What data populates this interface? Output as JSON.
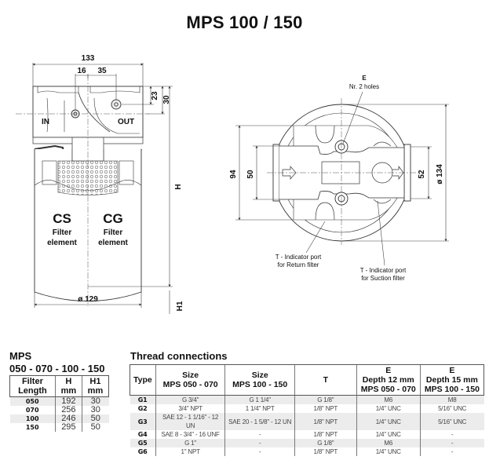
{
  "title": "MPS 100 / 150",
  "side_view": {
    "dims": {
      "width_total": "133",
      "offset_left": "16",
      "offset_right": "35",
      "height_a": "23",
      "height_b": "30",
      "height_h": "H",
      "height_h1": "H1",
      "diameter": "ø 129"
    },
    "labels": {
      "in": "IN",
      "out": "OUT",
      "cs_title": "CS",
      "cg_title": "CG",
      "element_line1": "Filter",
      "element_line2": "element"
    }
  },
  "top_view": {
    "dims": {
      "d94": "94",
      "d50": "50",
      "d52": "52",
      "diameter": "ø 134"
    },
    "callouts": {
      "e_title": "E",
      "e_sub": "Nr. 2 holes",
      "t_return_1": "T - Indicator port",
      "t_return_2": "for Return filter",
      "t_suction_1": "T - Indicator port",
      "t_suction_2": "for Suction filter"
    }
  },
  "length_table": {
    "heading_1": "MPS",
    "heading_2": "050 - 070 - 100 - 150",
    "headers": [
      {
        "l1": "Filter",
        "l2": "Length"
      },
      {
        "l1": "H",
        "l2": "mm"
      },
      {
        "l1": "H1",
        "l2": "mm"
      }
    ],
    "rows": [
      {
        "length": "050",
        "h": "192",
        "h1": "30"
      },
      {
        "length": "070",
        "h": "256",
        "h1": "30"
      },
      {
        "length": "100",
        "h": "246",
        "h1": "50"
      },
      {
        "length": "150",
        "h": "295",
        "h1": "50"
      }
    ]
  },
  "thread_table": {
    "heading": "Thread connections",
    "headers": [
      {
        "l1": "Type",
        "l2": "",
        "l3": ""
      },
      {
        "l1": "Size",
        "l2": "MPS 050 - 070",
        "l3": ""
      },
      {
        "l1": "Size",
        "l2": "MPS 100 - 150",
        "l3": ""
      },
      {
        "l1": "T",
        "l2": "",
        "l3": ""
      },
      {
        "l1": "E",
        "l2": "Depth 12 mm",
        "l3": "MPS 050 - 070"
      },
      {
        "l1": "E",
        "l2": "Depth 15 mm",
        "l3": "MPS 100 - 150"
      }
    ],
    "rows": [
      {
        "type": "G1",
        "size_050_070": "G 3/4\"",
        "size_100_150": "G 1 1/4\"",
        "t": "G 1/8\"",
        "e12": "M6",
        "e15": "M8"
      },
      {
        "type": "G2",
        "size_050_070": "3/4\" NPT",
        "size_100_150": "1 1/4\" NPT",
        "t": "1/8\" NPT",
        "e12": "1/4\" UNC",
        "e15": "5/16\" UNC"
      },
      {
        "type": "G3",
        "size_050_070": "SAE 12 - 1 1/16\" - 12 UN",
        "size_100_150": "SAE 20 - 1 5/8\" - 12 UN",
        "t": "1/8\" NPT",
        "e12": "1/4\" UNC",
        "e15": "5/16\" UNC"
      },
      {
        "type": "G4",
        "size_050_070": "SAE 8 - 3/4\" - 16 UNF",
        "size_100_150": "-",
        "t": "1/8\" NPT",
        "e12": "1/4\" UNC",
        "e15": "-"
      },
      {
        "type": "G5",
        "size_050_070": "G 1\"",
        "size_100_150": "-",
        "t": "G 1/8\"",
        "e12": "M6",
        "e15": "-"
      },
      {
        "type": "G6",
        "size_050_070": "1\" NPT",
        "size_100_150": "-",
        "t": "1/8\" NPT",
        "e12": "1/4\" UNC",
        "e15": "-"
      }
    ]
  }
}
